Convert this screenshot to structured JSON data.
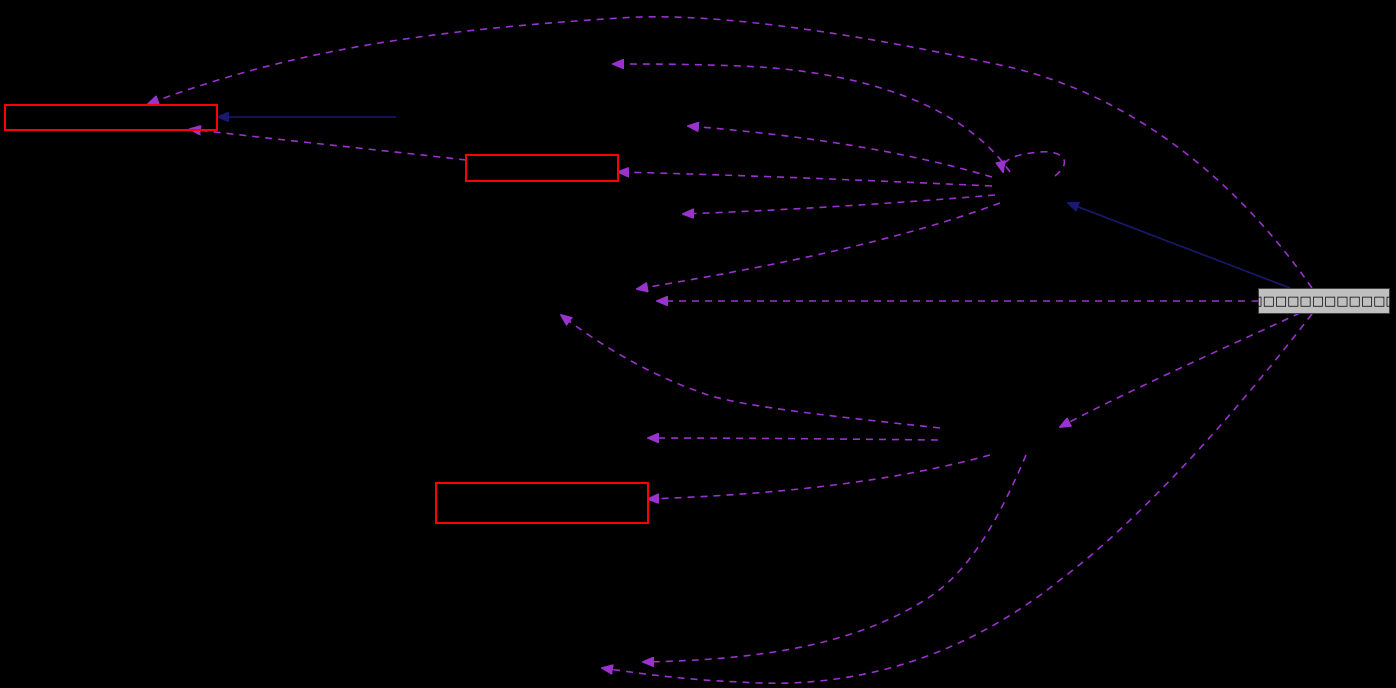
{
  "diagram": {
    "type": "dependency-graph",
    "background": "#000000",
    "colors": {
      "dependency_edge": "#9a32cd",
      "inheritance_edge": "#191970",
      "node_border_red": "#ff0000",
      "focus_node_fill": "#bfbfbf"
    },
    "focus_node": {
      "label": "□□□□□□□□□□□□",
      "note": "label rendered as missing-glyph boxes"
    },
    "nodes": [
      {
        "id": "node-top-left",
        "label": "",
        "style": "red-border"
      },
      {
        "id": "node-mid-upper",
        "label": "",
        "style": "red-border"
      },
      {
        "id": "node-mid-lower",
        "label": "",
        "style": "red-border"
      }
    ],
    "edges": {
      "inheritance_count": 2,
      "dependency_count": 14
    }
  }
}
